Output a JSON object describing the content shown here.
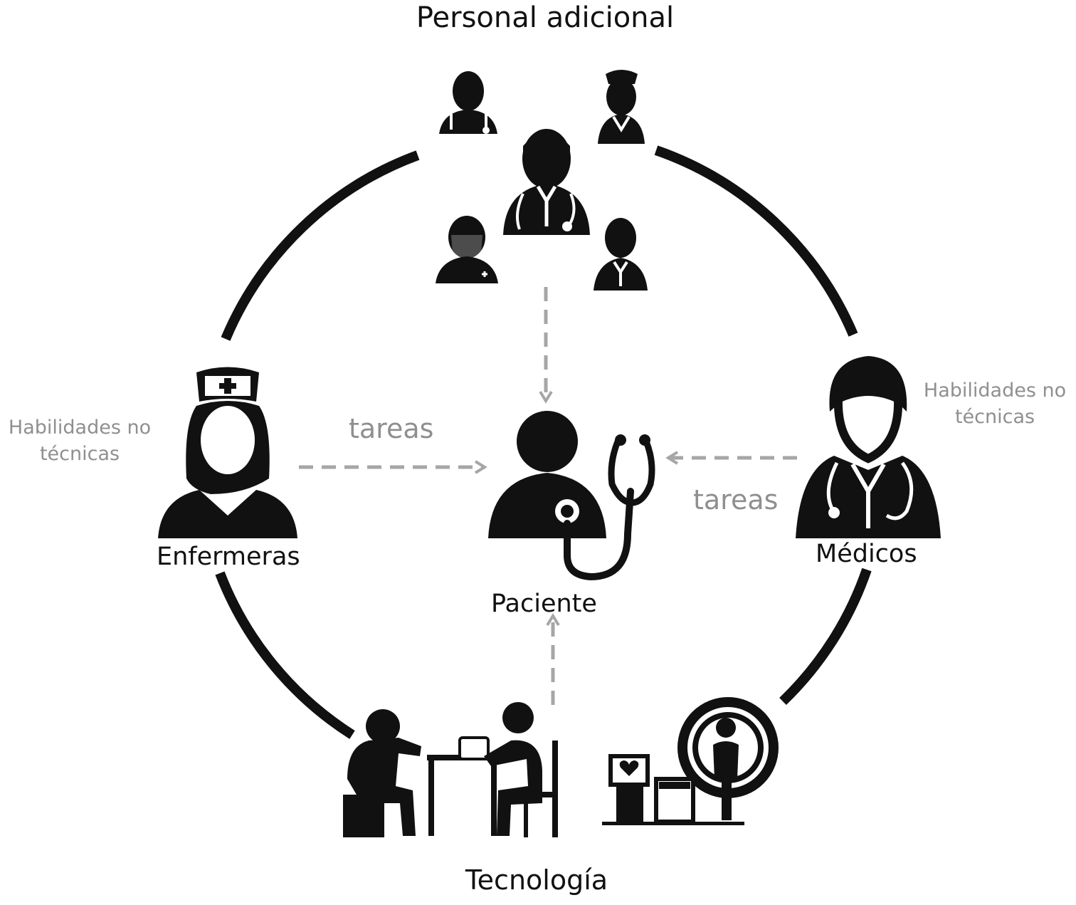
{
  "titles": {
    "top": "Personal adicional",
    "bottom": "Tecnología"
  },
  "roles": {
    "nurses": "Enfermeras",
    "doctors": "Médicos",
    "patient": "Paciente"
  },
  "tasks": {
    "left": "tareas",
    "right": "tareas"
  },
  "skills": {
    "left": [
      "Habilidades no",
      "técnicas"
    ],
    "right": [
      "Habilidades no",
      "técnicas"
    ]
  },
  "colors": {
    "icon": "#111111",
    "arrow": "#a6a6a6",
    "muted_text": "#8f8f8f"
  }
}
